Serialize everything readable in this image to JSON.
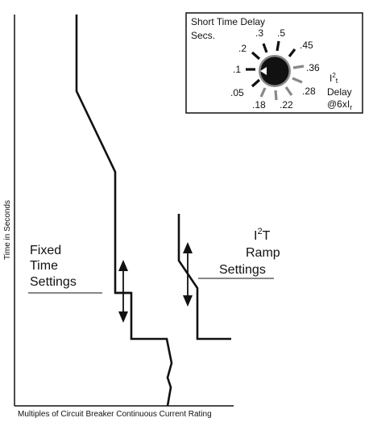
{
  "axes": {
    "y_label": "Time in Seconds",
    "x_label": "Multiples of Circuit Breaker Continuous Current Rating"
  },
  "fixed_time": {
    "line1": "Fixed",
    "line2": "Time",
    "line3": "Settings"
  },
  "i2t_ramp": {
    "title_base": "I",
    "title_sup": "2",
    "title_tail": "T",
    "line2": "Ramp",
    "line3": "Settings"
  },
  "dial": {
    "title_line1": "Short Time Delay",
    "title_line2": "Secs.",
    "tick_labels": [
      ".05",
      ".1",
      ".2",
      ".3",
      ".5",
      ".45",
      ".36",
      ".28",
      ".22",
      ".18"
    ],
    "i2t_base": "I",
    "i2t_sup": "2",
    "i2t_sub": "t",
    "delay_label": "Delay",
    "at_label_base": "@6xI",
    "at_label_sub": "r"
  }
}
